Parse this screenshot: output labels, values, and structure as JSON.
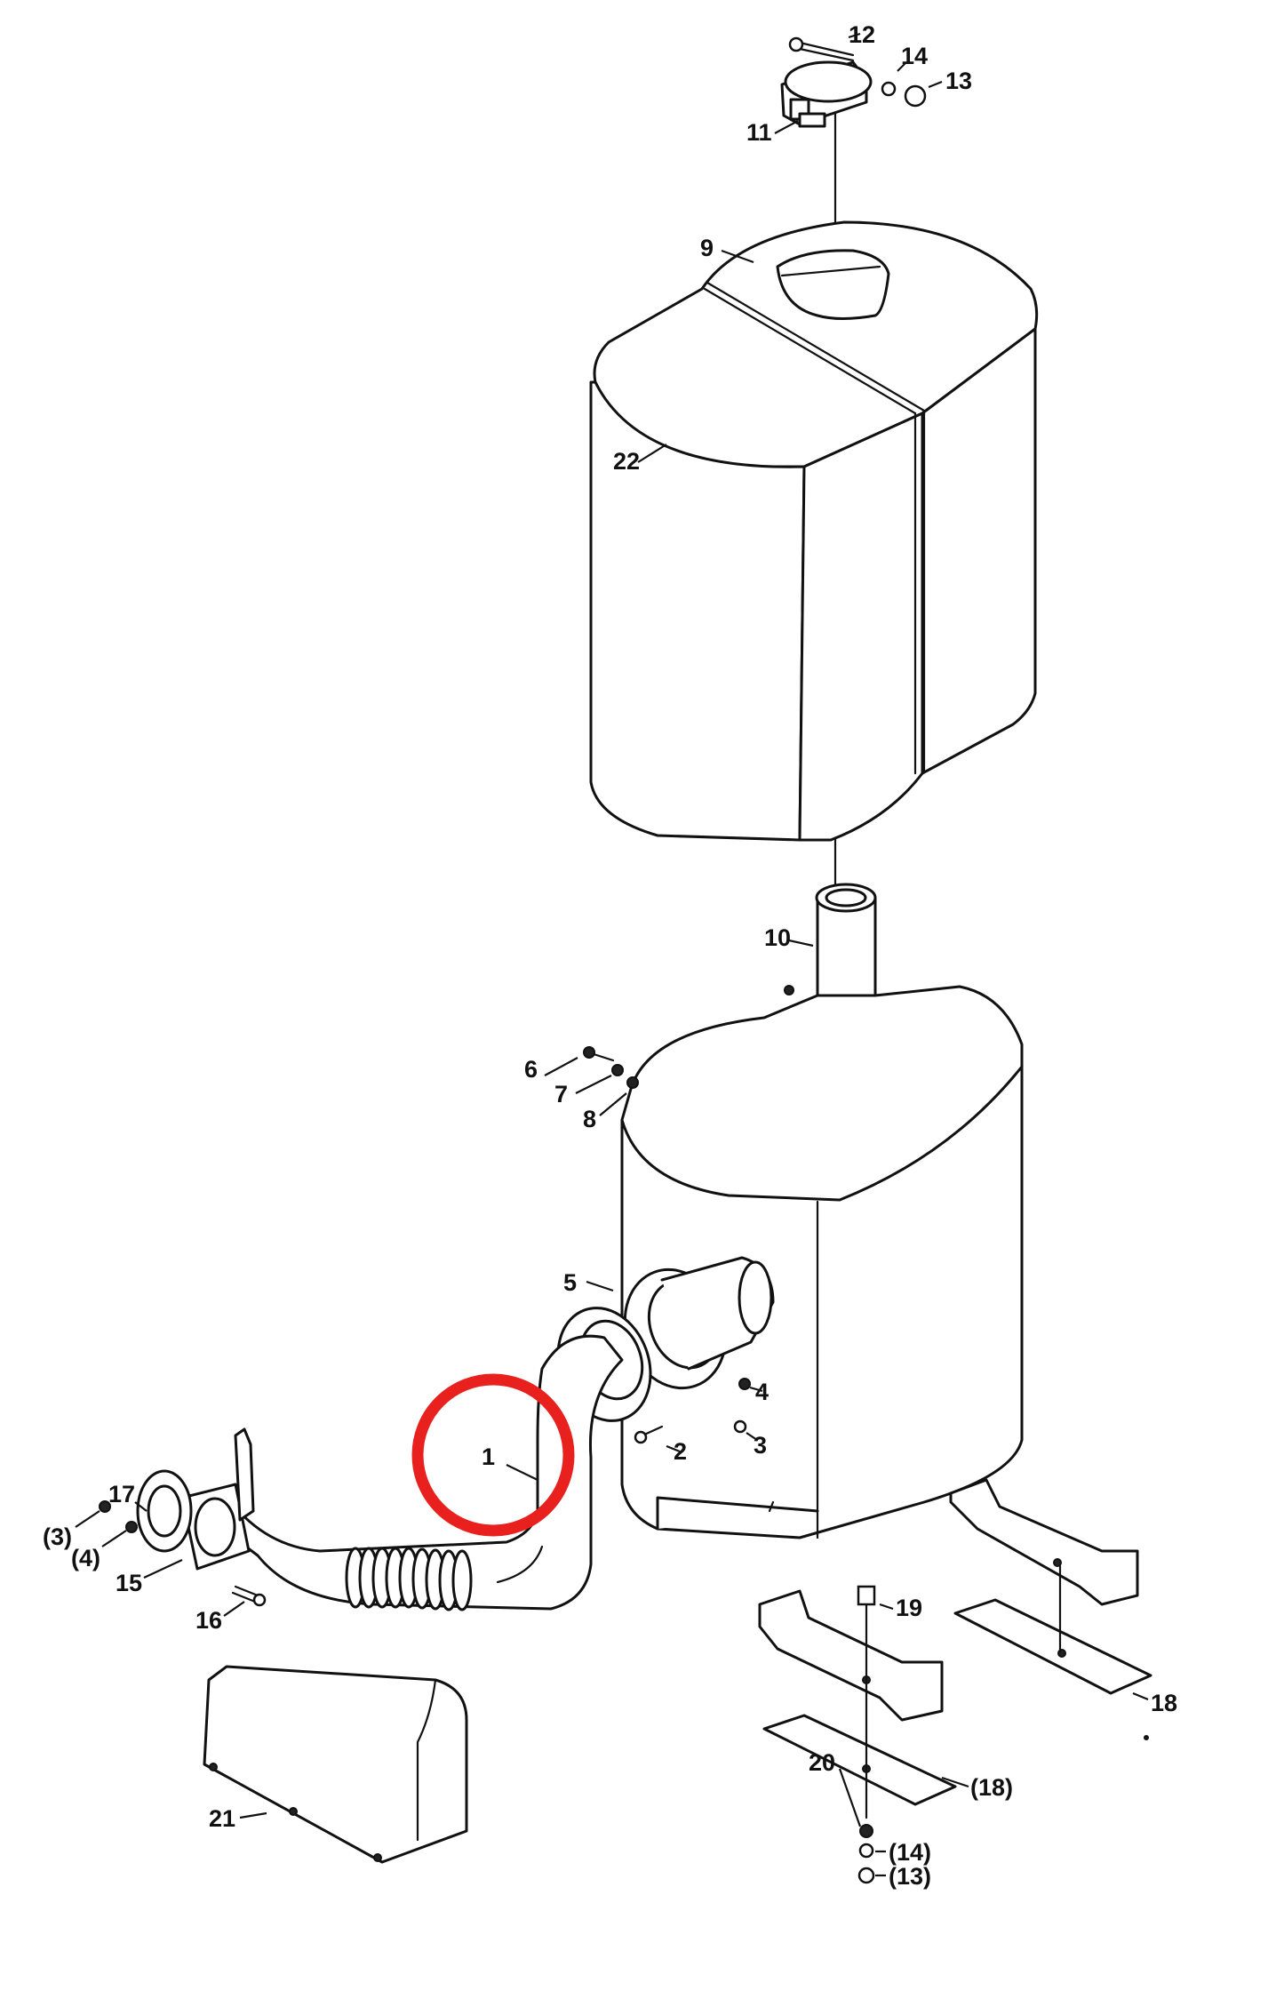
{
  "colors": {
    "line": "#111111",
    "paper": "#ffffff",
    "highlight": "#e8201e"
  },
  "callouts": [
    {
      "id": "c1",
      "text": "1"
    },
    {
      "id": "c2",
      "text": "2"
    },
    {
      "id": "c3",
      "text": "3"
    },
    {
      "id": "c4",
      "text": "4"
    },
    {
      "id": "c5",
      "text": "5"
    },
    {
      "id": "c6",
      "text": "6"
    },
    {
      "id": "c7",
      "text": "7"
    },
    {
      "id": "c8",
      "text": "8"
    },
    {
      "id": "c9",
      "text": "9"
    },
    {
      "id": "c10",
      "text": "10"
    },
    {
      "id": "c11",
      "text": "11"
    },
    {
      "id": "c12",
      "text": "12"
    },
    {
      "id": "c13",
      "text": "13"
    },
    {
      "id": "c14",
      "text": "14"
    },
    {
      "id": "c15",
      "text": "15"
    },
    {
      "id": "c16",
      "text": "16"
    },
    {
      "id": "c17",
      "text": "17"
    },
    {
      "id": "c18",
      "text": "18"
    },
    {
      "id": "c18b",
      "text": "(18)"
    },
    {
      "id": "c19",
      "text": "19"
    },
    {
      "id": "c20",
      "text": "20"
    },
    {
      "id": "c21",
      "text": "21"
    },
    {
      "id": "c22",
      "text": "22"
    },
    {
      "id": "c3b",
      "text": "(3)"
    },
    {
      "id": "c4b",
      "text": "(4)"
    },
    {
      "id": "c13b",
      "text": "(13)"
    },
    {
      "id": "c14b",
      "text": "(14)"
    }
  ],
  "highlight": {
    "target_callout": "1"
  }
}
